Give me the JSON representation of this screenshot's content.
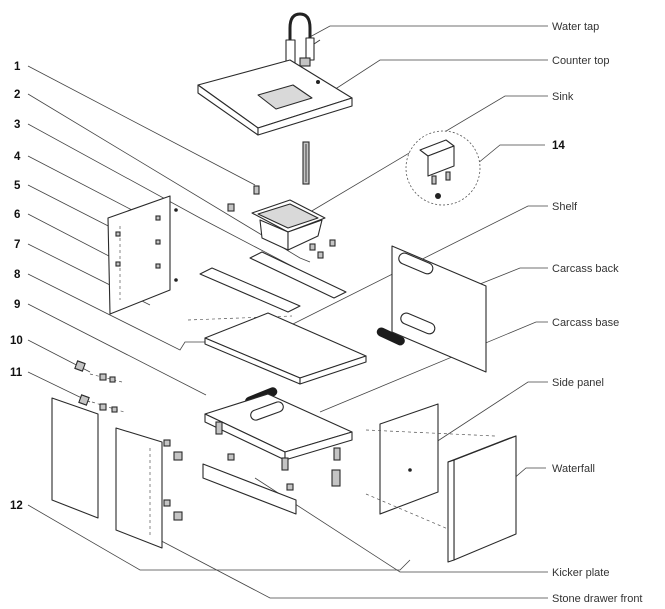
{
  "diagram": {
    "numbers": [
      "1",
      "2",
      "3",
      "4",
      "5",
      "6",
      "7",
      "8",
      "9",
      "10",
      "11",
      "12",
      "14"
    ],
    "labels": {
      "water_tap": "Water tap",
      "counter_top": "Counter top",
      "sink": "Sink",
      "shelf": "Shelf",
      "carcass_back": "Carcass back",
      "carcass_base": "Carcass base",
      "side_panel": "Side panel",
      "waterfall": "Waterfall",
      "kicker_plate": "Kicker plate",
      "stone_drawer_front": "Stone drawer front"
    }
  }
}
